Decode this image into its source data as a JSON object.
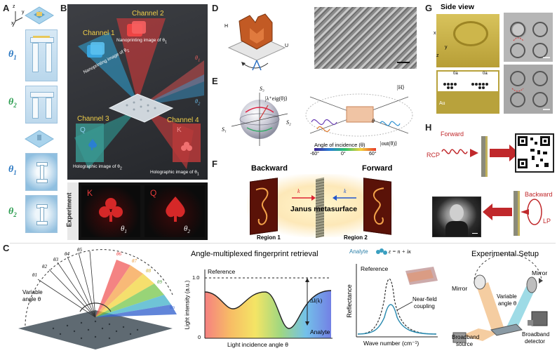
{
  "panels": {
    "A": {
      "label": "A",
      "theta1": "θ",
      "theta2": "θ",
      "sub1": "1",
      "sub2": "2",
      "axis_z": "z",
      "axis_y": "y",
      "axis_x": "x"
    },
    "B": {
      "label": "B",
      "channel1": "Channel 1",
      "channel2": "Channel 2",
      "channel3": "Channel 3",
      "channel4": "Channel 4",
      "nano_theta1": "Nanoprinting image of θ",
      "nano_theta1_sub": "1",
      "nano_theta2": "Nanoprinting image of θ",
      "nano_theta2_sub": "2",
      "holo_theta2": "Holographic image of θ",
      "holo_theta2_sub": "2",
      "holo_theta1": "Holographic image of θ",
      "holo_theta1_sub": "1",
      "q_letter": "Q",
      "k_letter": "K",
      "theta1_beam": "θ",
      "theta2_beam": "θ",
      "experiment": "Experiment",
      "exp_k": "K",
      "exp_q": "Q",
      "exp_theta1": "θ",
      "exp_theta1_sub": "1",
      "exp_theta2": "θ",
      "exp_theta2_sub": "2"
    },
    "C": {
      "label": "C",
      "variable_angle": "Variable",
      "variable_angle2": "angle θ",
      "thetas": [
        "θ1",
        "θ2",
        "θ3",
        "θ4",
        "θ5",
        "θ6",
        "θ7",
        "θ8",
        "θ9",
        "θn"
      ],
      "title": "Angle-multiplexed fingerprint retrieval",
      "reference": "Reference",
      "ylabel": "Light intensity (a.u.)",
      "xlabel": "Light incidence angle θ",
      "analyte": "Analyte",
      "tick_one": "1.0",
      "tick_zero": "0",
      "delta": "ΔI(k)",
      "analyte2": "Analyte",
      "eps": "ε = n + iκ",
      "reference2": "Reference",
      "near1": "Near-field",
      "near2": "coupling",
      "ylabel2": "Reflectance",
      "xlabel2": "Wave number (cm⁻¹)",
      "setup_title": "Experimental Setup",
      "mirror1": "Mirror",
      "mirror2": "Mirror",
      "var1": "Variable",
      "var2": "angle θ",
      "source1": "Broadband",
      "source2": "source",
      "det1": "Broadband",
      "det2": "detector"
    },
    "D": {
      "label": "D",
      "h": "H",
      "u": "U"
    },
    "E": {
      "label": "E",
      "s1": "S₁",
      "s2": "S₂",
      "s3": "S₃",
      "eig": "|λ⁺eig(θ)⟩",
      "H": "|H⟩",
      "out": "|out(θ)⟩",
      "theta": "θ",
      "angle_label": "Angle of incidence (θ)",
      "tick_m60": "-60°",
      "tick_0": "0°",
      "tick_60": "60°"
    },
    "F": {
      "label": "F",
      "backward": "Backward",
      "forward": "Forward",
      "janus": "Janus metasurface",
      "region1": "Region 1",
      "region2": "Region 2",
      "k1": "k",
      "k2": "k"
    },
    "G": {
      "label": "G",
      "side_view": "Side view",
      "x": "x",
      "y": "y",
      "z": "z",
      "au": "Au",
      "oa1": "0a",
      "oa2": "0a"
    },
    "H": {
      "label": "H",
      "forward": "Forward",
      "rcp": "RCP",
      "backward": "Backward",
      "lp": "LP"
    }
  },
  "colors": {
    "channel1": "#29a6d6",
    "channel2": "#e23b3b",
    "channel3": "#2fa8a0",
    "channel4": "#d94040",
    "theta1": "#2b78c2",
    "theta2": "#2e9e52",
    "dark_bg": "#2f3033",
    "gold": "#c9b14a",
    "arrow_red": "#c0282b"
  }
}
